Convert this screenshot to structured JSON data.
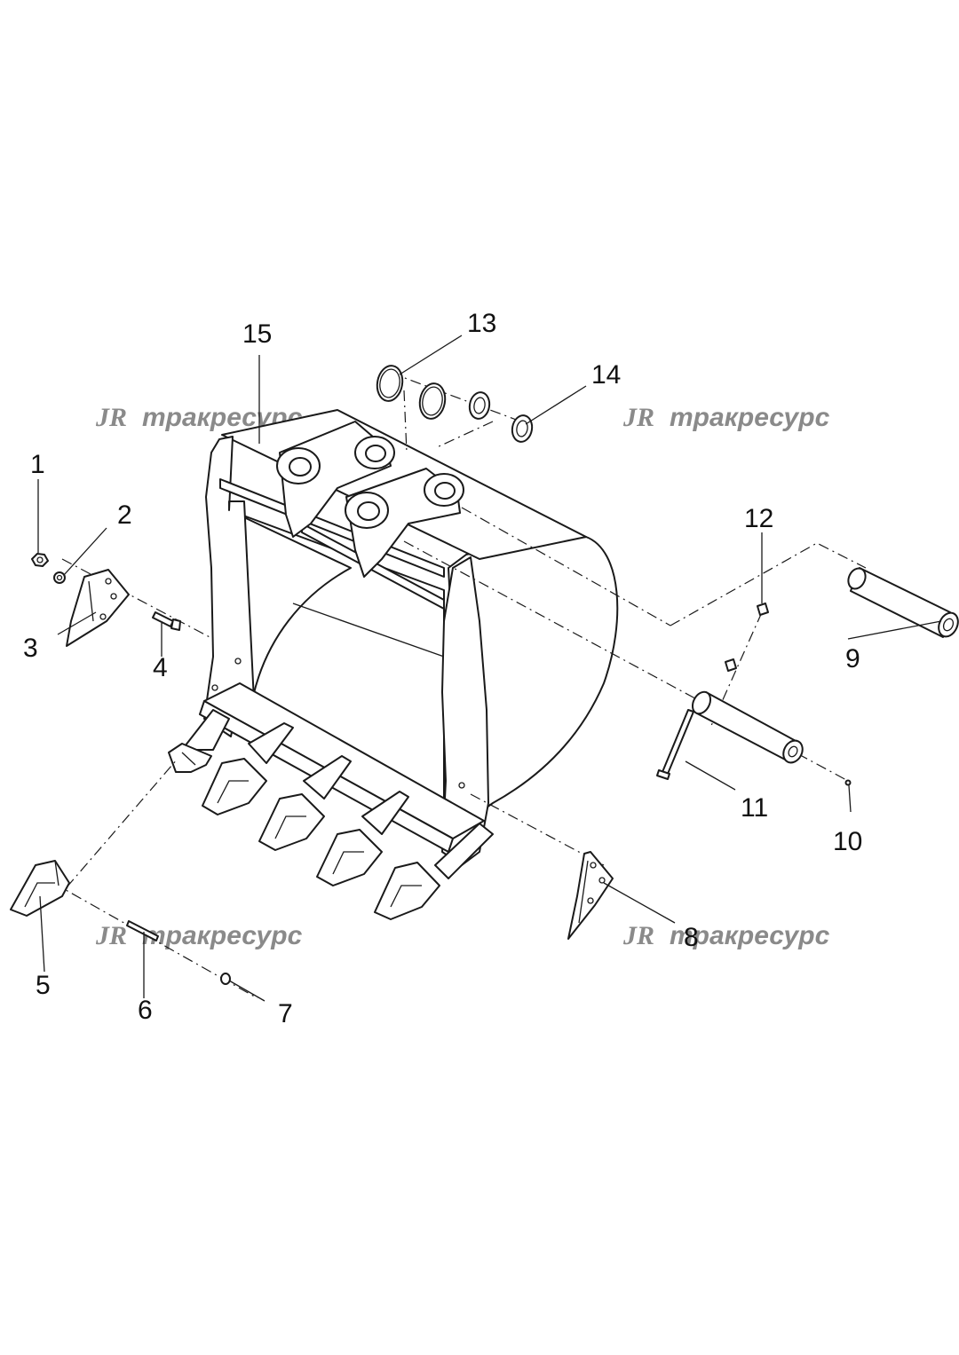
{
  "watermark": {
    "text": "тракресурс",
    "logo": "JR",
    "color": "#8a8a8a"
  },
  "callouts": {
    "c1": "1",
    "c2": "2",
    "c3": "3",
    "c4": "4",
    "c5": "5",
    "c6": "6",
    "c7": "7",
    "c8": "8",
    "c9": "9",
    "c10": "10",
    "c11": "11",
    "c12": "12",
    "c13": "13",
    "c14": "14",
    "c15": "15"
  },
  "colors": {
    "line": "#1a1a1a",
    "background": "#ffffff"
  }
}
